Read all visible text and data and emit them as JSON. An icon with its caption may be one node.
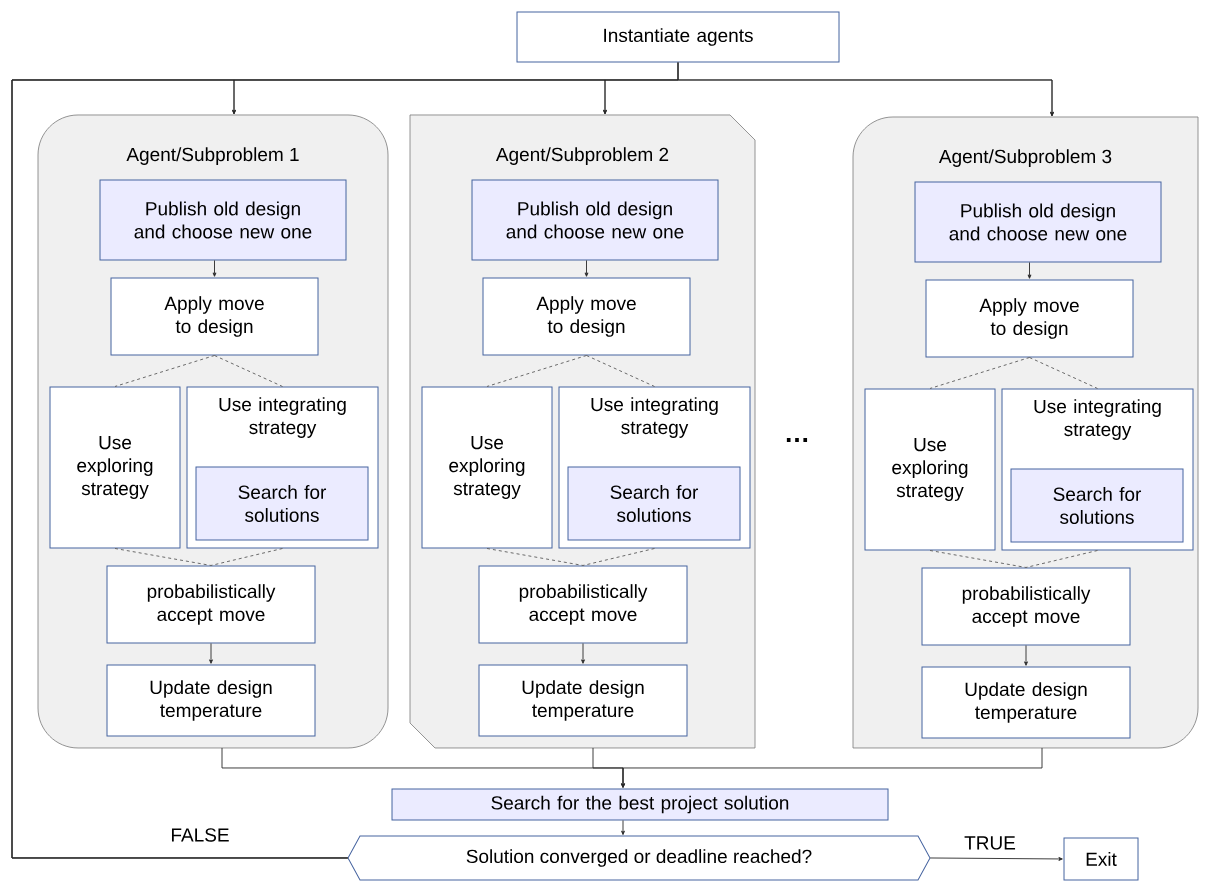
{
  "diagram": {
    "nodes": [
      {
        "text": [
          "Instantiate agents"
        ]
      },
      {
        "text": [
          "Agent/Subproblem 1"
        ]
      },
      {
        "text": [
          "Publish old design and choose new one"
        ],
        "in": 1
      },
      {
        "text": [
          "Apply move to design"
        ],
        "in": 1
      },
      {
        "text": [
          "Use exploring strategy"
        ],
        "in": 1
      },
      {
        "text": [
          "Use integrating strategy"
        ],
        "in": 1
      },
      {
        "text": [
          "Search for solutions"
        ],
        "in": 5
      },
      {
        "text": [
          "probabilistically accept move"
        ],
        "in": 1
      },
      {
        "text": [
          "Update design temperature"
        ],
        "in": 1
      },
      {
        "text": [
          "Agent/Subproblem 2"
        ]
      },
      {
        "text": [
          "Publish old design and choose new one"
        ],
        "in": 9
      },
      {
        "text": [
          "Apply move to design"
        ],
        "in": 9
      },
      {
        "text": [
          "Use exploring strategy"
        ],
        "in": 9
      },
      {
        "text": [
          "Use integrating strategy"
        ],
        "in": 9
      },
      {
        "text": [
          "Search for solutions"
        ],
        "in": 13
      },
      {
        "text": [
          "probabilistically accept move"
        ],
        "in": 9
      },
      {
        "text": [
          "Update design temperature"
        ],
        "in": 9
      },
      {
        "text": [
          "Agent/Subproblem 3"
        ]
      },
      {
        "text": [
          "Publish old design and choose new one"
        ],
        "in": 17
      },
      {
        "text": [
          "Apply move to design"
        ],
        "in": 17
      },
      {
        "text": [
          "Use exploring strategy"
        ],
        "in": 17
      },
      {
        "text": [
          "Use integrating strategy"
        ],
        "in": 17
      },
      {
        "text": [
          "Search for solutions"
        ],
        "in": 21
      },
      {
        "text": [
          "probabilistically accept move"
        ],
        "in": 17
      },
      {
        "text": [
          "Update design temperature"
        ],
        "in": 17
      },
      {
        "text": [
          "Search for the best project solution"
        ]
      },
      {
        "text": [
          "Solution converged or deadline reached?"
        ]
      },
      {
        "text": [
          "Exit"
        ]
      }
    ],
    "edges": [
      {
        "from": 0,
        "to": 1,
        "arrow": "to"
      },
      {
        "from": 0,
        "to": 9,
        "arrow": "to"
      },
      {
        "from": 0,
        "to": 17,
        "arrow": "to"
      },
      {
        "from": 2,
        "to": 3,
        "arrow": "to"
      },
      {
        "from": 3,
        "to": 4,
        "arrow": "none",
        "style": "dashed"
      },
      {
        "from": 3,
        "to": 5,
        "arrow": "none",
        "style": "dashed"
      },
      {
        "from": 4,
        "to": 7,
        "arrow": "none",
        "style": "dashed"
      },
      {
        "from": 5,
        "to": 7,
        "arrow": "none",
        "style": "dashed"
      },
      {
        "from": 7,
        "to": 8,
        "arrow": "to"
      },
      {
        "from": 10,
        "to": 11,
        "arrow": "to"
      },
      {
        "from": 11,
        "to": 12,
        "arrow": "none",
        "style": "dashed"
      },
      {
        "from": 11,
        "to": 13,
        "arrow": "none",
        "style": "dashed"
      },
      {
        "from": 12,
        "to": 15,
        "arrow": "none",
        "style": "dashed"
      },
      {
        "from": 13,
        "to": 15,
        "arrow": "none",
        "style": "dashed"
      },
      {
        "from": 15,
        "to": 16,
        "arrow": "to"
      },
      {
        "from": 18,
        "to": 19,
        "arrow": "to"
      },
      {
        "from": 19,
        "to": 20,
        "arrow": "none",
        "style": "dashed"
      },
      {
        "from": 19,
        "to": 21,
        "arrow": "none",
        "style": "dashed"
      },
      {
        "from": 20,
        "to": 23,
        "arrow": "none",
        "style": "dashed"
      },
      {
        "from": 21,
        "to": 23,
        "arrow": "none",
        "style": "dashed"
      },
      {
        "from": 23,
        "to": 24,
        "arrow": "to"
      },
      {
        "from": 1,
        "to": 25,
        "arrow": "to"
      },
      {
        "from": 9,
        "to": 25,
        "arrow": "to"
      },
      {
        "from": 17,
        "to": 25,
        "arrow": "to"
      },
      {
        "from": 25,
        "to": 26,
        "arrow": "to"
      },
      {
        "from": 26,
        "to": 1,
        "label": "FALSE",
        "arrow": "to"
      },
      {
        "from": 26,
        "to": 9,
        "arrow": "to"
      },
      {
        "from": 26,
        "to": 17,
        "arrow": "to"
      },
      {
        "from": 26,
        "to": 27,
        "label": "TRUE",
        "arrow": "to"
      }
    ],
    "labels": [
      "…"
    ]
  }
}
